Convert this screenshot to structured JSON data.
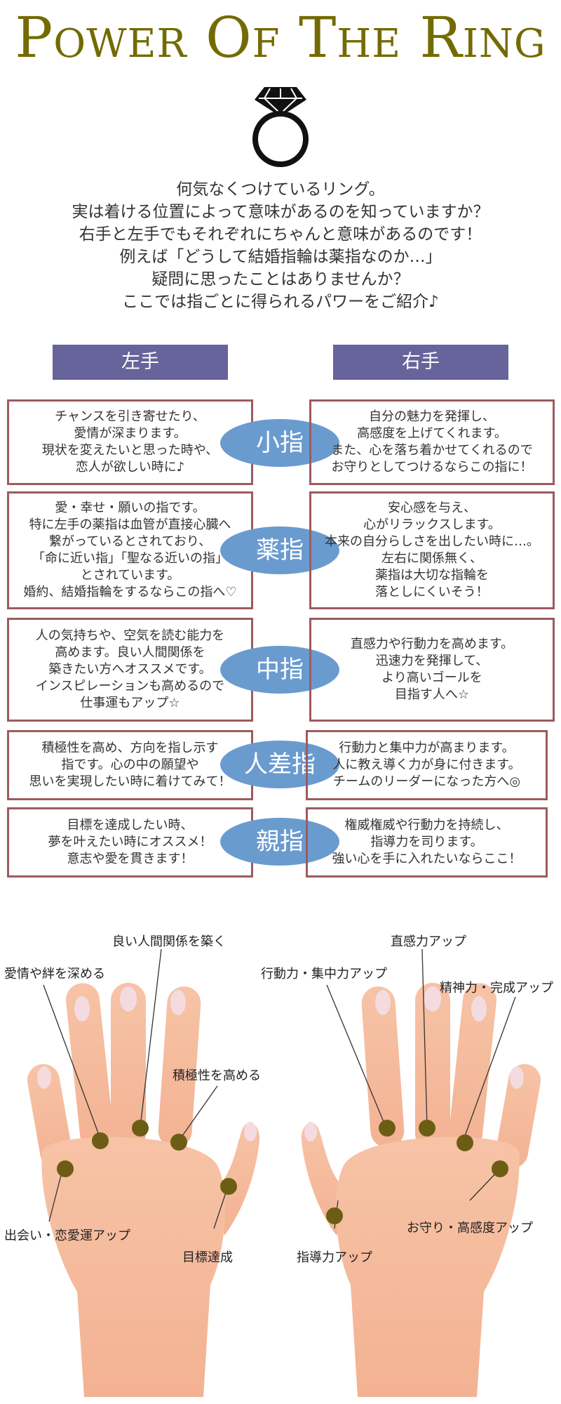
{
  "title": "Power Of The Ring",
  "intro": [
    "何気なくつけているリング。",
    "実は着ける位置によって意味があるのを知っていますか？",
    "右手と左手でもそれぞれにちゃんと意味があるのです！",
    "例えば「どうして結婚指輪は薬指なのか…」",
    "疑問に思ったことはありませんか？",
    "ここでは指ごとに得られるパワーをご紹介♪"
  ],
  "headers": {
    "left": "左手",
    "right": "右手"
  },
  "fingers": [
    {
      "name": "小指",
      "left": [
        "チャンスを引き寄せたり、",
        "愛情が深まります。",
        "現状を変えたいと思った時や、",
        "恋人が欲しい時に♪"
      ],
      "right": [
        "自分の魅力を発揮し、",
        "高感度を上げてくれます。",
        "また、心を落ち着かせてくれるので",
        "お守りとしてつけるならこの指に！"
      ]
    },
    {
      "name": "薬指",
      "left": [
        "愛・幸せ・願いの指です。",
        "特に左手の薬指は血管が直接心臓へ",
        "繋がっているとされており、",
        "「命に近い指」「聖なる近いの指」",
        "とされています。",
        "婚約、結婚指輪をするならこの指へ♡"
      ],
      "right": [
        "安心感を与え、",
        "心がリラックスします。",
        "本来の自分らしさを出したい時に…。",
        "左右に関係無く、",
        "薬指は大切な指輪を",
        "落としにくいそう！"
      ]
    },
    {
      "name": "中指",
      "left": [
        "人の気持ちや、空気を読む能力を",
        "高めます。良い人間関係を",
        "築きたい方へオススメです。",
        "インスピレーションも高めるので",
        "仕事運もアップ☆"
      ],
      "right": [
        "直感力や行動力を高めます。",
        "迅速力を発揮して、",
        "より高いゴールを",
        "目指す人へ☆"
      ]
    },
    {
      "name": "人差指",
      "left": [
        "積極性を高め、方向を指し示す",
        "指です。心の中の願望や",
        "思いを実現したい時に着けてみて！"
      ],
      "right": [
        "行動力と集中力が高まります。",
        "人に教え導く力が身に付きます。",
        "チームのリーダーになった方へ◎"
      ]
    },
    {
      "name": "親指",
      "left": [
        "目標を達成したい時、",
        "夢を叶えたい時にオススメ！",
        "意志や愛を貫きます！"
      ],
      "right": [
        "権威権威や行動力を持続し、",
        "指導力を司ります。",
        "強い心を手に入れたいならここ！"
      ]
    }
  ],
  "left_hand_labels": {
    "ring": "愛情や絆を深める",
    "middle": "良い人間関係を築く",
    "index": "積極性を高める",
    "pinky": "出会い・恋愛運アップ",
    "thumb": "目標達成"
  },
  "right_hand_labels": {
    "index": "行動力・集中力アップ",
    "middle": "直感力アップ",
    "ring": "精神力・完成アップ",
    "pinky": "お守り・高感度アップ",
    "thumb": "指導力アップ"
  }
}
